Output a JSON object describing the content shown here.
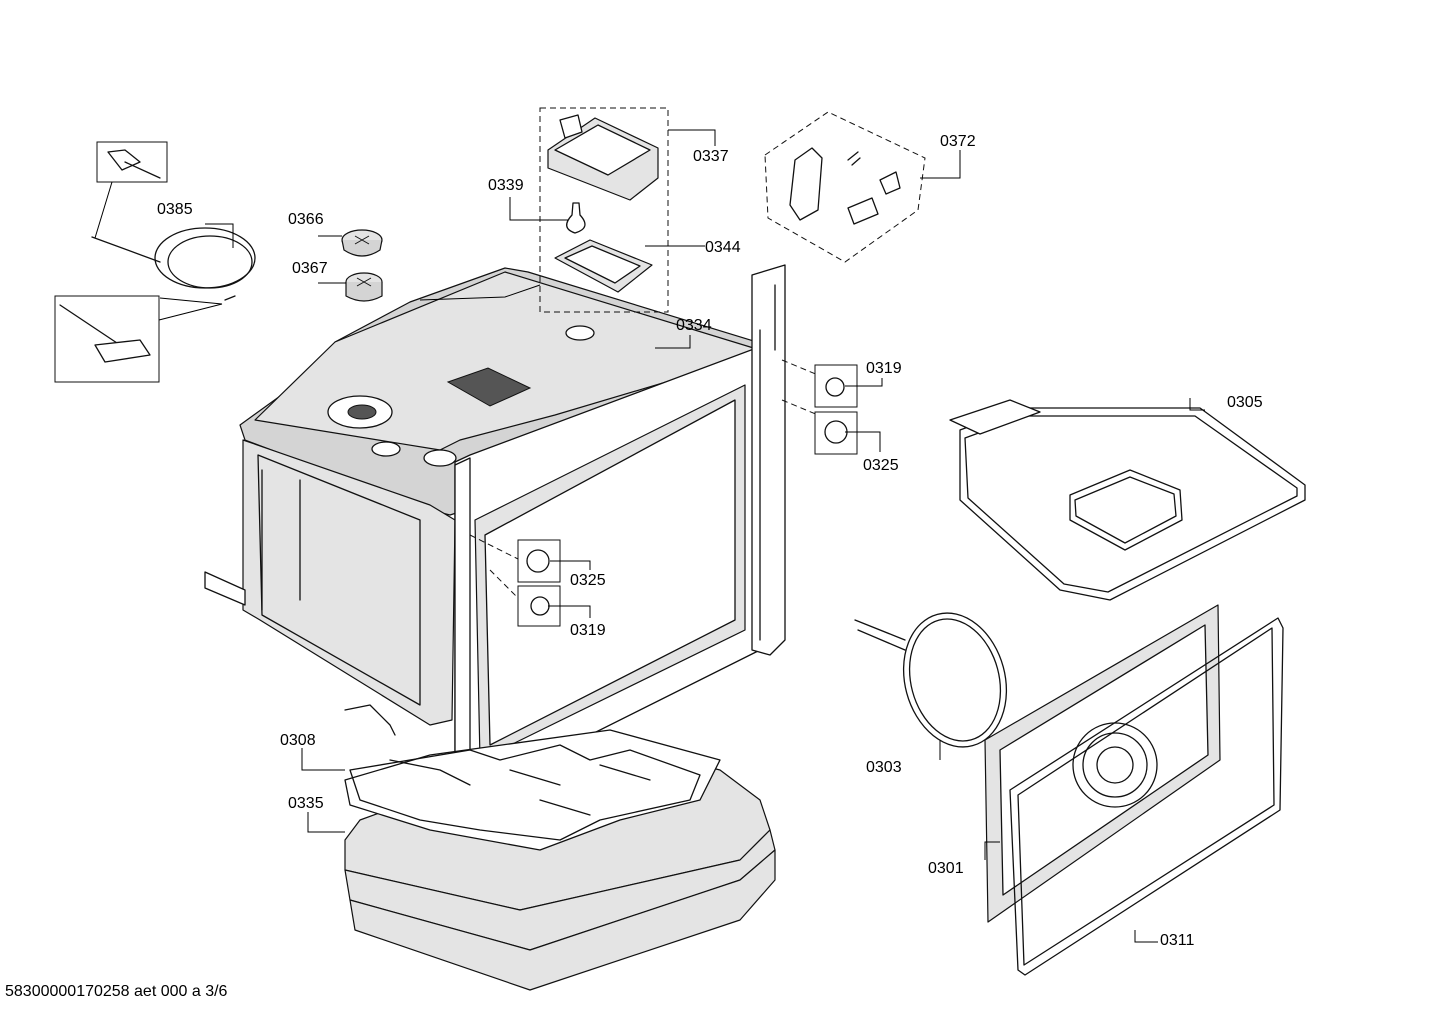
{
  "parts": [
    {
      "id": "p0385",
      "label": "0385"
    },
    {
      "id": "p0366",
      "label": "0366"
    },
    {
      "id": "p0367",
      "label": "0367"
    },
    {
      "id": "p0339",
      "label": "0339"
    },
    {
      "id": "p0337",
      "label": "0337"
    },
    {
      "id": "p0344",
      "label": "0344"
    },
    {
      "id": "p0372",
      "label": "0372"
    },
    {
      "id": "p0334",
      "label": "0334"
    },
    {
      "id": "p0319a",
      "label": "0319"
    },
    {
      "id": "p0325a",
      "label": "0325"
    },
    {
      "id": "p0305",
      "label": "0305"
    },
    {
      "id": "p0325b",
      "label": "0325"
    },
    {
      "id": "p0319b",
      "label": "0319"
    },
    {
      "id": "p0308",
      "label": "0308"
    },
    {
      "id": "p0335",
      "label": "0335"
    },
    {
      "id": "p0303",
      "label": "0303"
    },
    {
      "id": "p0301",
      "label": "0301"
    },
    {
      "id": "p0311",
      "label": "0311"
    }
  ],
  "footer": "58300000170258 aet 000 a 3/6"
}
